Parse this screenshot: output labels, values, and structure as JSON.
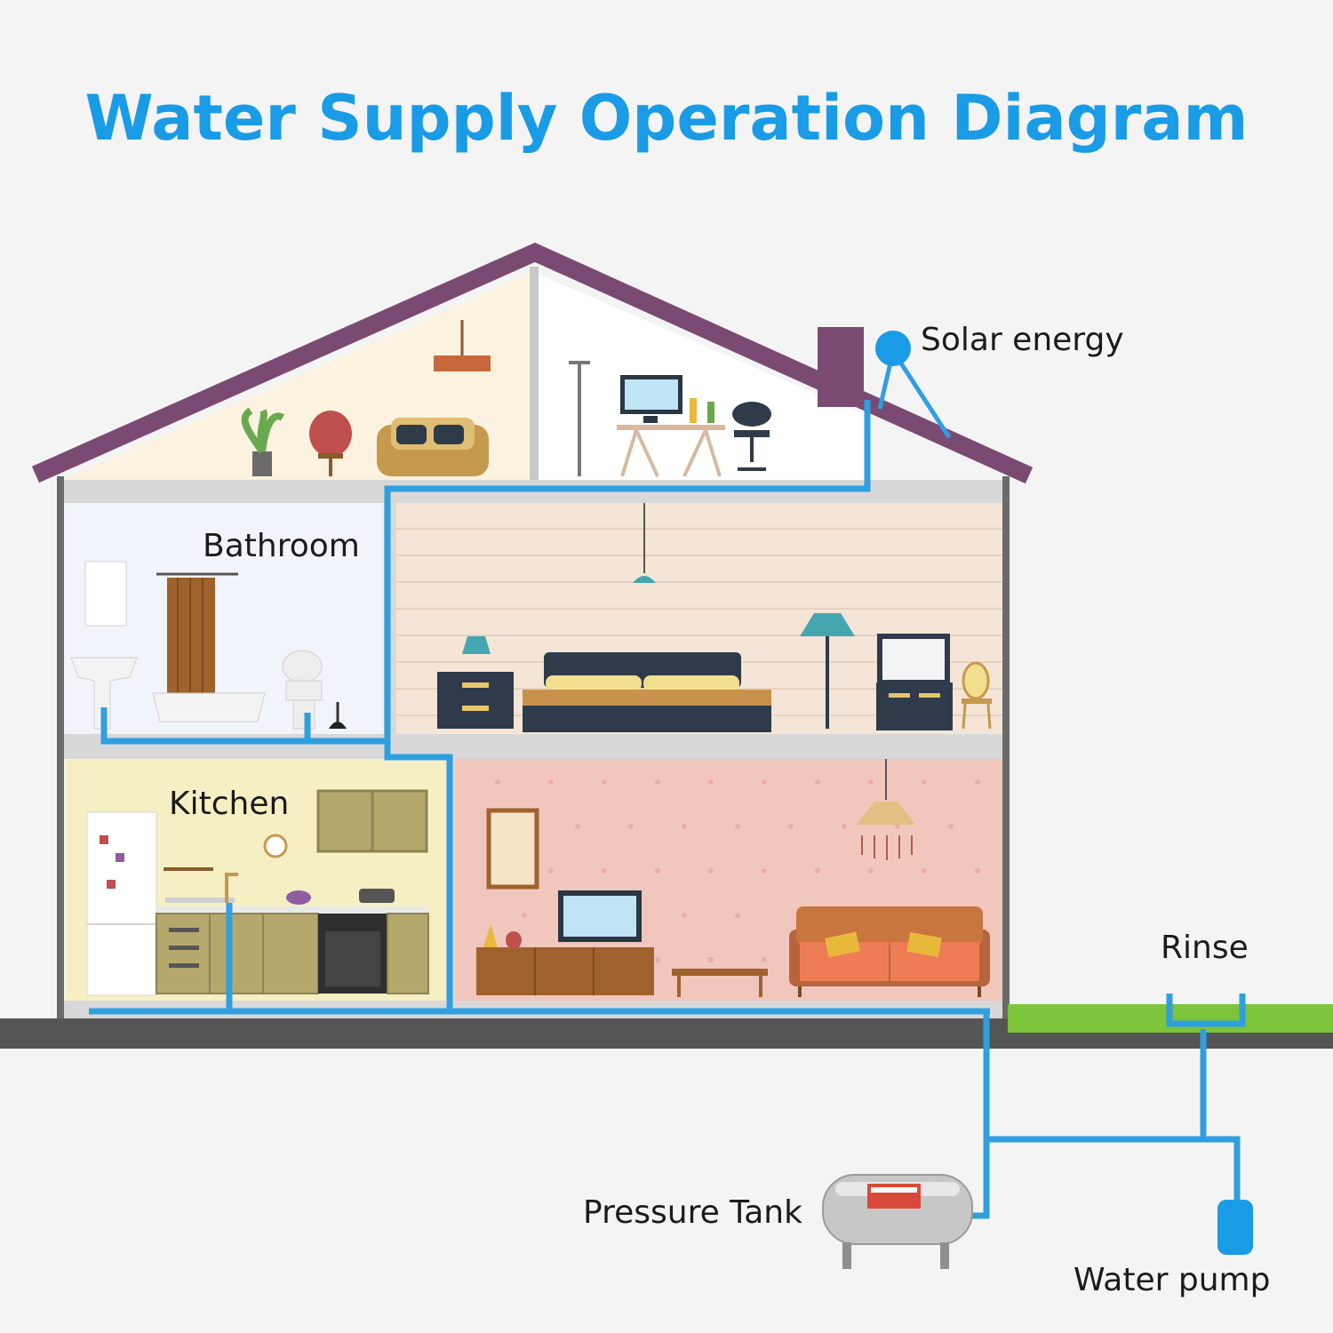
{
  "title": "Water Supply Operation Diagram",
  "labels": {
    "solar": "Solar energy",
    "bathroom": "Bathroom",
    "kitchen": "Kitchen",
    "rinse": "Rinse",
    "pressure_tank": "Pressure Tank",
    "water_pump": "Water pump"
  },
  "colors": {
    "title": "#1a9be6",
    "pipe": "#2f9fe0",
    "roof": "#7b4a72",
    "wall": "#6a6a6a",
    "ground": "#555555",
    "grass": "#7cc43a"
  }
}
